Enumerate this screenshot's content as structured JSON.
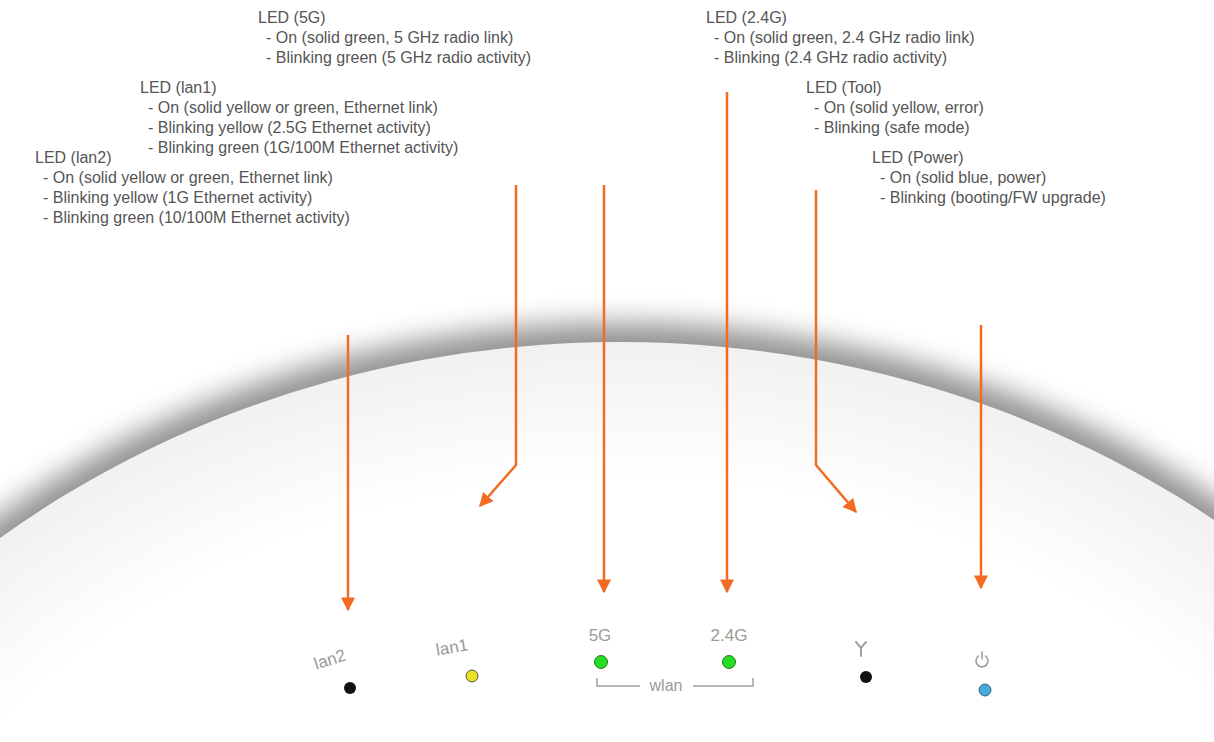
{
  "diagram": {
    "labels": [
      "LED (5G)",
      "- On (solid green, 5 GHz radio link)",
      "- Blinking green (5 GHz radio activity)",
      "LED (2.4G)",
      "- On (solid green, 2.4 GHz radio link)",
      "- Blinking (2.4 GHz radio activity)",
      "LED (lan1)",
      "- On (solid yellow or green, Ethernet link)",
      "- Blinking yellow (2.5G Ethernet activity)",
      "- Blinking green (1G/100M Ethernet activity)",
      "LED (Tool)",
      "- On (solid yellow, error)",
      "- Blinking (safe mode)",
      "LED (lan2)",
      "- On (solid yellow or green, Ethernet link)",
      "- Blinking yellow (1G Ethernet activity)",
      "- Blinking green (10/100M Ethernet activity)",
      "LED (Power)",
      "- On (solid blue, power)",
      "- Blinking (booting/FW upgrade)",
      "lan2",
      "lan1",
      "5G",
      "2.4G",
      "wlan"
    ]
  }
}
